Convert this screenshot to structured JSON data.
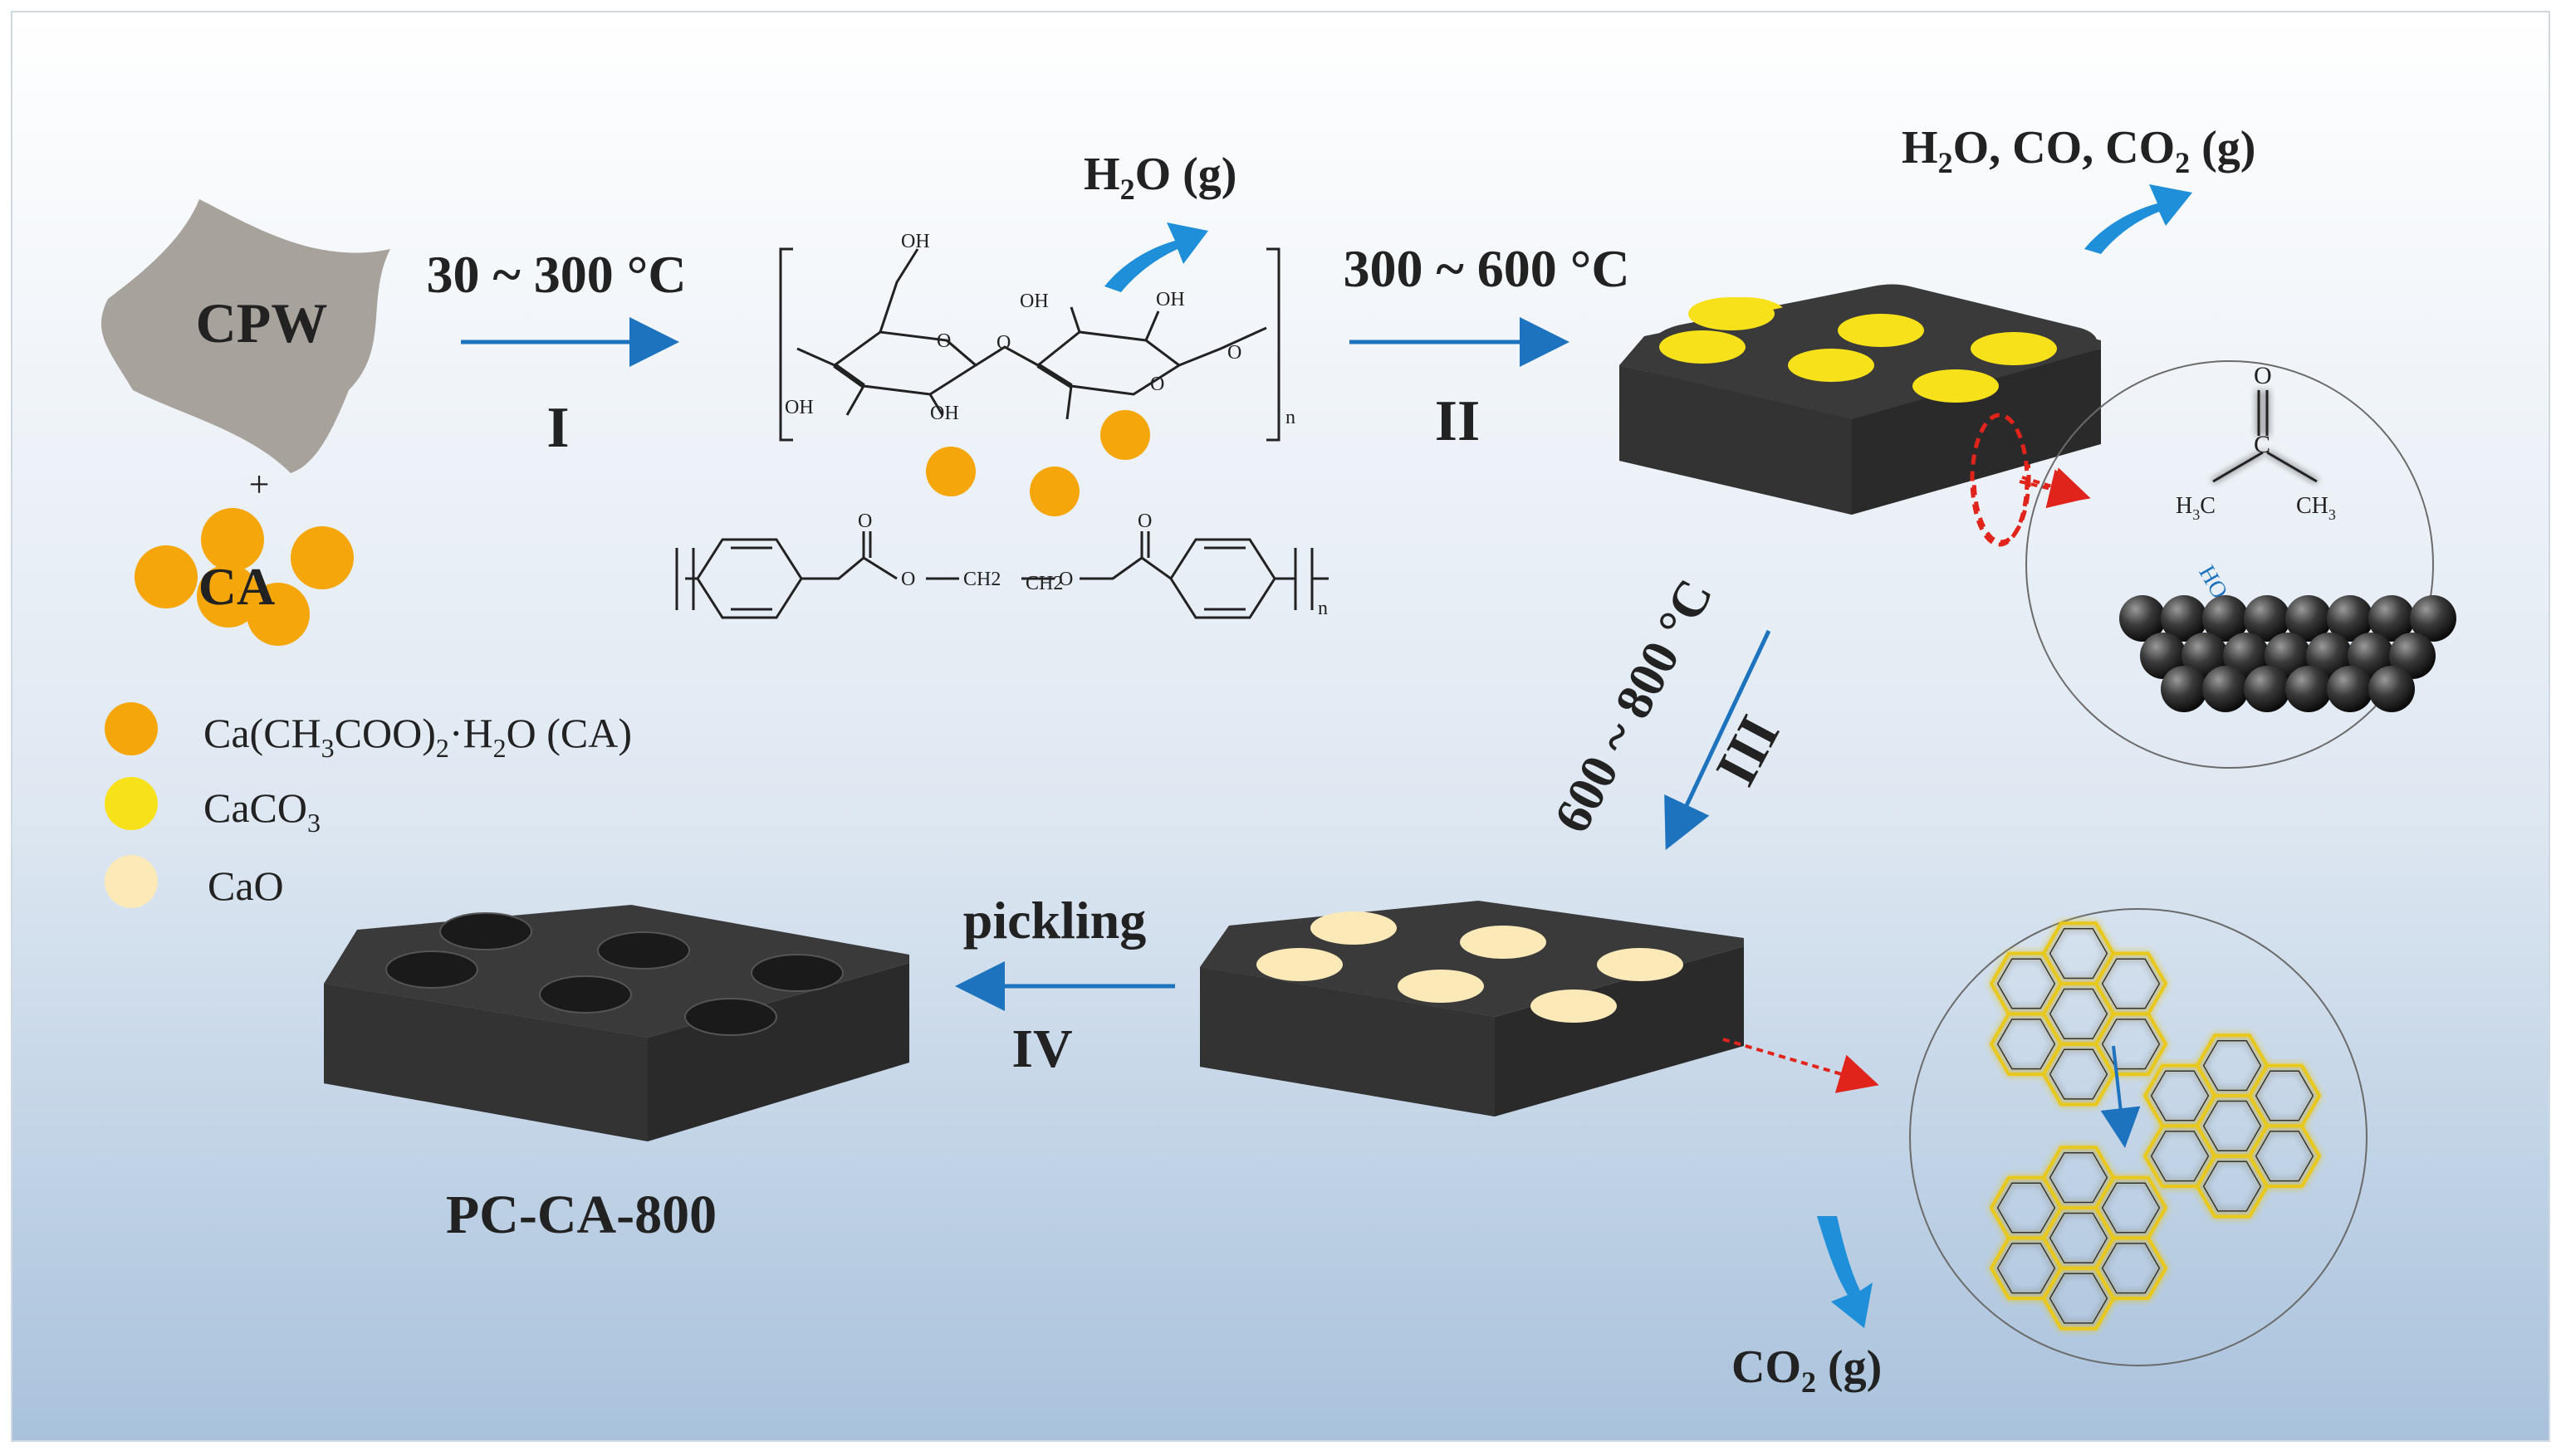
{
  "feedstock": {
    "cpw_label": "CPW",
    "plus": "+",
    "ca_label": "CA"
  },
  "legend": {
    "items": [
      {
        "label": "Ca(CH3COO)2·H2O (CA)",
        "color": "#F5A60A"
      },
      {
        "label": "CaCO3",
        "color": "#F7E11B"
      },
      {
        "label": "CaO",
        "color": "#FBE9B8"
      }
    ]
  },
  "steps": {
    "step1": {
      "temp": "30 ~ 300 °C",
      "numeral": "I",
      "gas": "H2O (g)"
    },
    "step2": {
      "temp": "300 ~ 600 °C",
      "numeral": "II",
      "gas": "H2O, CO, CO2 (g)"
    },
    "step3": {
      "temp": "600 ~ 800 °C",
      "numeral": "III"
    },
    "step4": {
      "process": "pickling",
      "numeral": "IV"
    }
  },
  "molecules": {
    "cellulose": {
      "oh": "OH",
      "n": "n"
    },
    "pet": {
      "ch2": "CH2",
      "o": "O",
      "n": "n"
    },
    "acetone": {
      "o": "O",
      "c": "C",
      "h3c": "H3C",
      "ch3": "CH3"
    },
    "surface": {
      "ho": "HO"
    }
  },
  "product": {
    "label": "PC-CA-800"
  },
  "co2_release": {
    "gas": "CO2 (g)"
  },
  "colors": {
    "ca_orange": "#F5A60A",
    "caco3_yellow": "#F7E11B",
    "cao_cream": "#FBE9B8",
    "arrow_blue": "#1E73BE",
    "block_dark": "#2b2b2b",
    "graphene_yellow": "#E8C81A"
  }
}
